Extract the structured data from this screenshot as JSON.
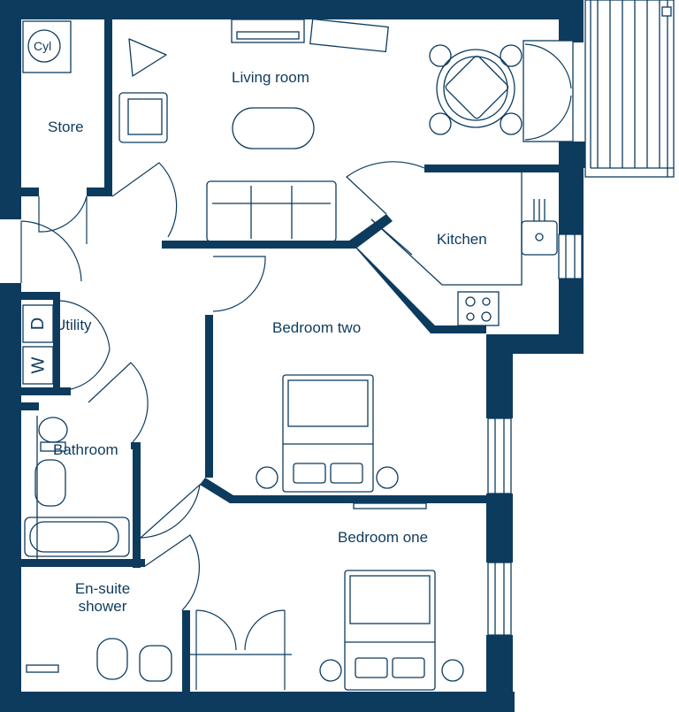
{
  "rooms": {
    "living_room": "Living room",
    "store": "Store",
    "kitchen": "Kitchen",
    "utility": "Utility",
    "bedroom_two": "Bedroom two",
    "bathroom": "Bathroom",
    "bedroom_one": "Bedroom one",
    "ensuite_line1": "En-suite",
    "ensuite_line2": "shower"
  },
  "fixtures": {
    "cylinder": "Cyl",
    "dryer": "D",
    "washer": "W"
  },
  "colors": {
    "wall": "#0d3b5e",
    "background": "#ffffff"
  }
}
